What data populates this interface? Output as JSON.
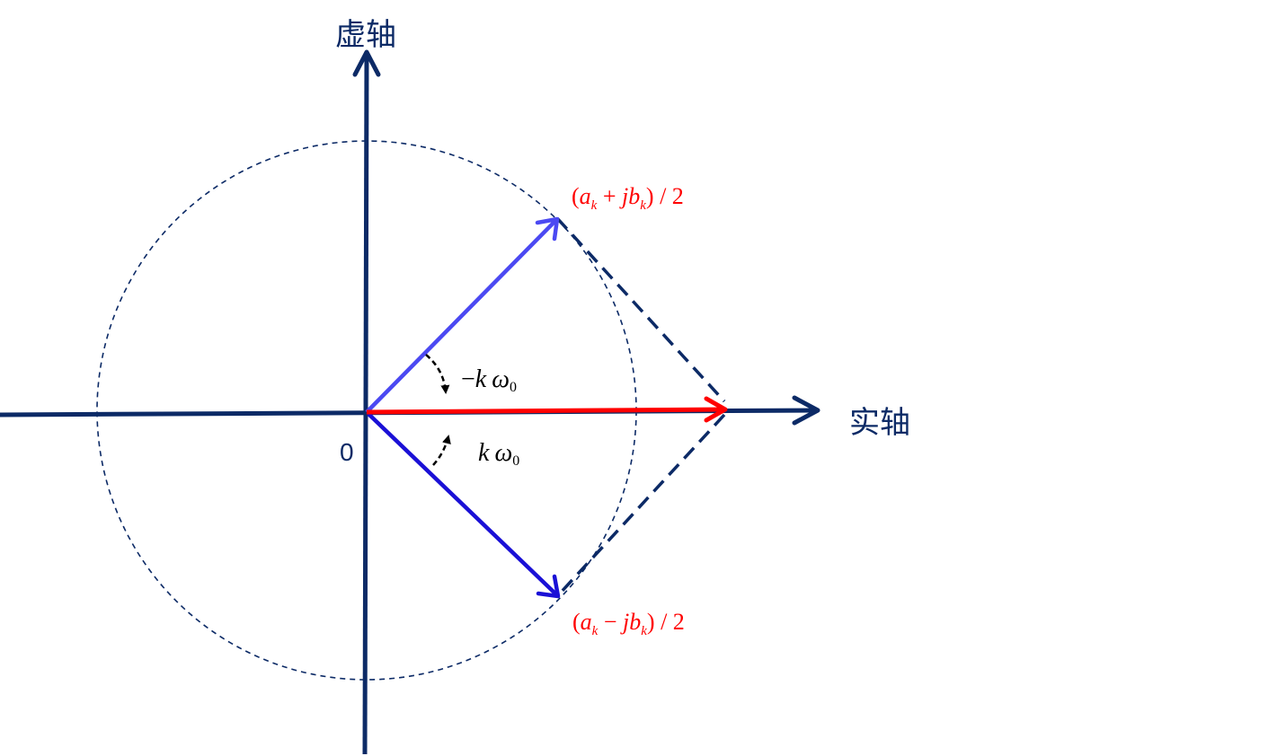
{
  "labels": {
    "imag_axis": "虚轴",
    "real_axis": "实轴",
    "origin": "0"
  },
  "annotations": {
    "upper_vector": {
      "open_paren": "(",
      "a": "a",
      "a_sub": "k",
      "plus": " + ",
      "jb": "jb",
      "b_sub": "k",
      "close": ") / 2"
    },
    "lower_vector": {
      "open_paren": "(",
      "a": "a",
      "a_sub": "k",
      "minus": " − ",
      "jb": "jb",
      "b_sub": "k",
      "close": ") / 2"
    },
    "neg_angle": {
      "minus": "−",
      "k": "k",
      "omega": "ω",
      "sub": "0"
    },
    "pos_angle": {
      "k": "k",
      "omega": "ω",
      "sub": "0"
    }
  },
  "colors": {
    "axis": "#0c2a66",
    "circle": "#0c2a66",
    "upper_vector": "#4b49f2",
    "lower_vector": "#1a10d6",
    "resultant": "#ff0000",
    "annotation": "#ff0000",
    "angle_arrow": "#000000",
    "text": "#0c2a66"
  }
}
